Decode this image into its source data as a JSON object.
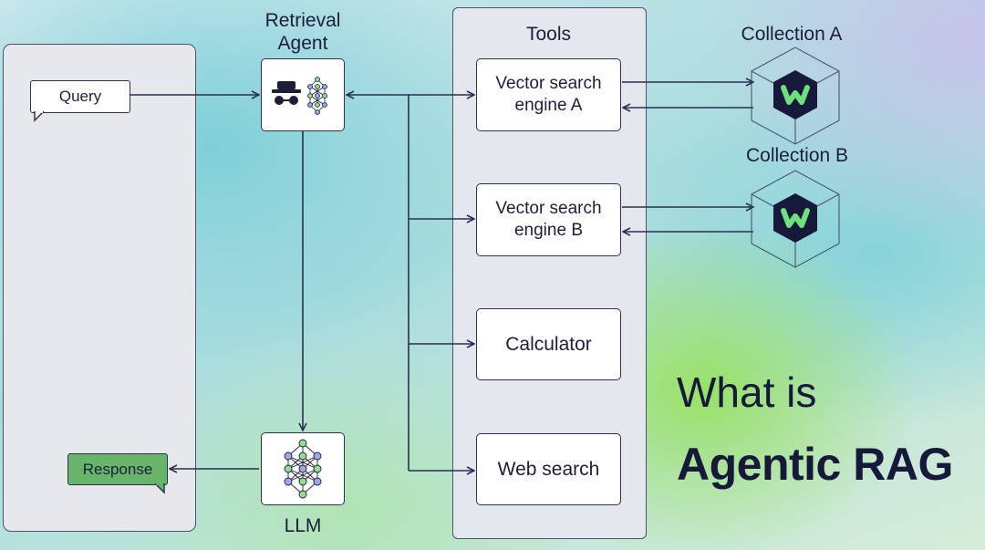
{
  "labels": {
    "retrieval_agent": "Retrieval\nAgent",
    "tools": "Tools",
    "llm": "LLM",
    "collection_a": "Collection A",
    "collection_b": "Collection B"
  },
  "bubbles": {
    "query": "Query",
    "response": "Response"
  },
  "tools": {
    "vector_a": "Vector search\nengine A",
    "vector_b": "Vector search\nengine B",
    "calculator": "Calculator",
    "web_search": "Web search"
  },
  "title": {
    "line1": "What is",
    "line2": "Agentic RAG"
  },
  "colors": {
    "response_fill": "#67b56a",
    "logo_green": "#6ee07c",
    "logo_dark": "#17193a",
    "line": "#2a2f52"
  },
  "icons": [
    "spy-agent-icon",
    "neural-network-icon",
    "weaviate-logo-icon"
  ]
}
